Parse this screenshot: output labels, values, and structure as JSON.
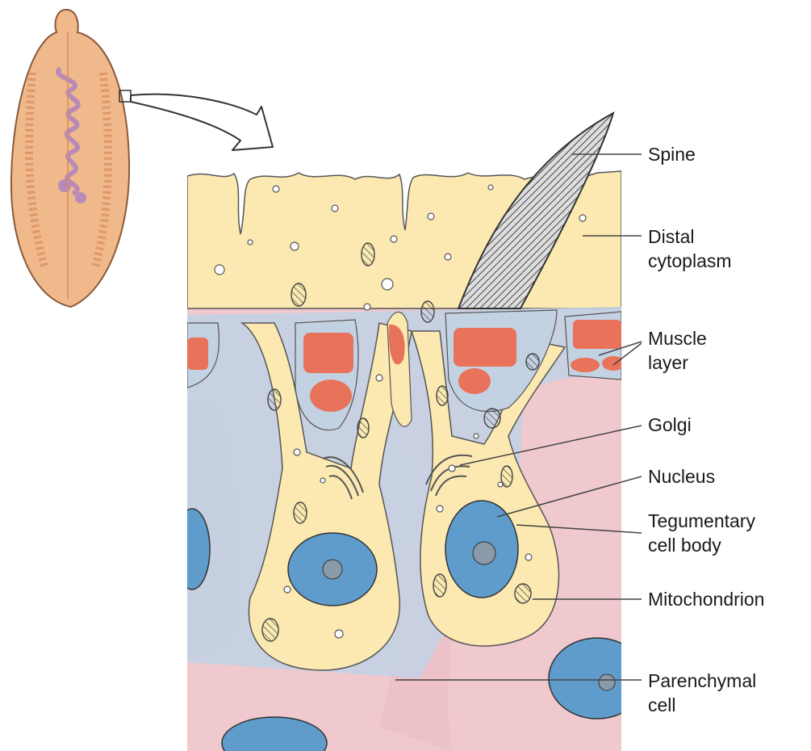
{
  "labels": {
    "spine": "Spine",
    "distal_cytoplasm": [
      "Distal",
      "cytoplasm"
    ],
    "muscle_layer": [
      "Muscle",
      "layer"
    ],
    "golgi": "Golgi",
    "nucleus": "Nucleus",
    "tegumentary_cell_body": [
      "Tegumentary",
      "cell body"
    ],
    "mitochondrion": "Mitochondrion",
    "parenchymal_cell": [
      "Parenchymal",
      "cell"
    ]
  },
  "colors": {
    "distal_cytoplasm": "#fbe9b1",
    "parenchyma": "#f0c9cf",
    "membrane": "#c3d2e3",
    "muscle": "#e8735a",
    "nucleus": "#5f9ccb",
    "fluke_body": "#f0b98c",
    "fluke_organs": "#b98ab8",
    "leader_line": "#444444"
  }
}
